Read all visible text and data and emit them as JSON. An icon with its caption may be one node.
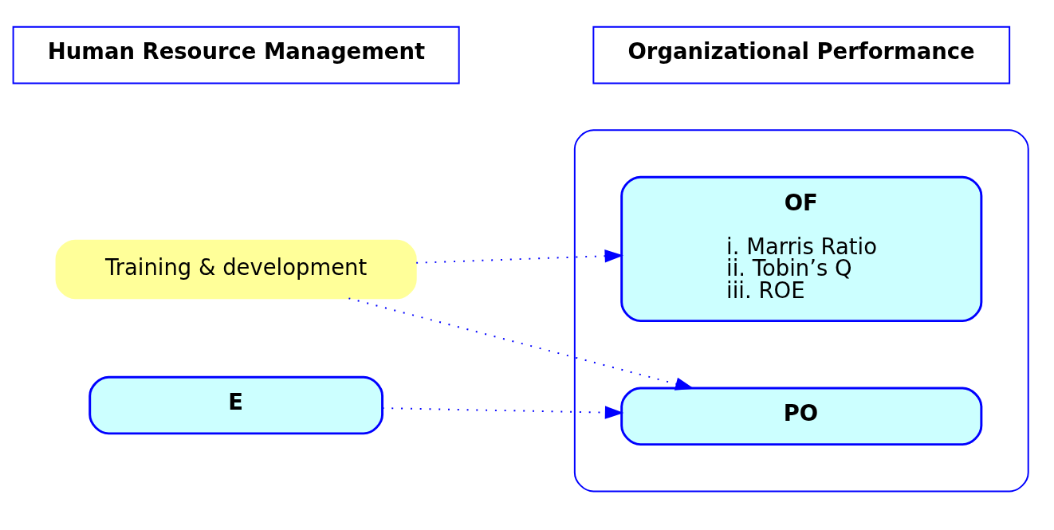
{
  "diagram": {
    "nodes": [
      {
        "text": [
          "Human Resource Management"
        ]
      },
      {
        "text": [
          "Organizational Performance"
        ]
      },
      {
        "text": [],
        "shape": "box"
      },
      {
        "text": [
          "PO"
        ],
        "in": 2
      },
      {
        "text": [
          "OF",
          "i. Marris Ratio",
          "ii. Tobin’s Q",
          "iii. ROE"
        ],
        "in": 2
      },
      {
        "text": [
          "Training & development"
        ]
      },
      {
        "text": [
          "E"
        ]
      }
    ],
    "edges": [
      {
        "from": 5,
        "to": 3,
        "arrow": "to",
        "style": "dashed"
      },
      {
        "from": 5,
        "to": 4,
        "arrow": "to",
        "style": "dashed"
      },
      {
        "from": 6,
        "to": 3,
        "arrow": "to",
        "style": "dashed"
      }
    ]
  }
}
